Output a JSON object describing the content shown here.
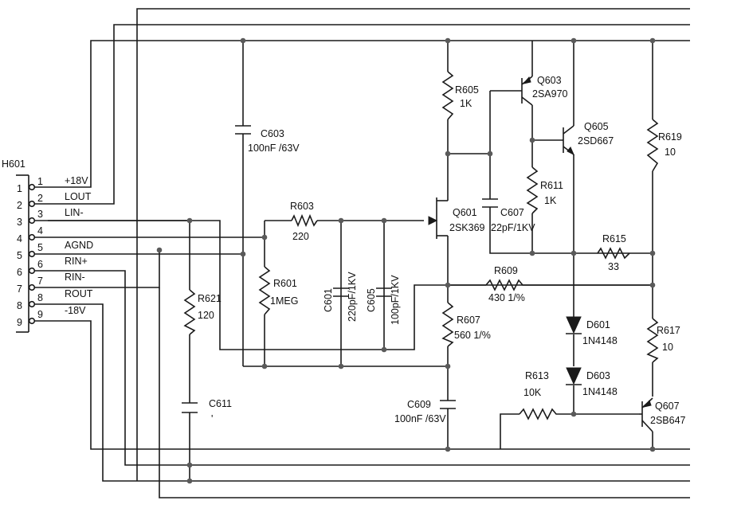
{
  "connector": {
    "ref": "H601",
    "pins": [
      {
        "num": "1",
        "pad": "1",
        "name": "+18V"
      },
      {
        "num": "2",
        "pad": "2",
        "name": "LOUT"
      },
      {
        "num": "3",
        "pad": "3",
        "name": "LIN-"
      },
      {
        "num": "4",
        "pad": "4",
        "name": ""
      },
      {
        "num": "5",
        "pad": "5",
        "name": "AGND"
      },
      {
        "num": "6",
        "pad": "6",
        "name": "RIN+"
      },
      {
        "num": "7",
        "pad": "7",
        "name": "RIN-"
      },
      {
        "num": "8",
        "pad": "8",
        "name": "ROUT"
      },
      {
        "num": "9",
        "pad": "9",
        "name": "-18V"
      }
    ]
  },
  "components": {
    "c603": {
      "ref": "C603",
      "value": "100nF /63V"
    },
    "r603": {
      "ref": "R603",
      "value": "220"
    },
    "r601": {
      "ref": "R601",
      "value": "1MEG"
    },
    "c601": {
      "ref": "C601",
      "value": "220pF/1KV"
    },
    "c605": {
      "ref": "C605",
      "value": "100pF/1KV"
    },
    "r621": {
      "ref": "R621",
      "value": "120"
    },
    "c611": {
      "ref": "C611",
      "value": "'"
    },
    "q601": {
      "ref": "Q601",
      "value": "2SK369"
    },
    "r605": {
      "ref": "R605",
      "value": "1K"
    },
    "q603": {
      "ref": "Q603",
      "value": "2SA970"
    },
    "q605": {
      "ref": "Q605",
      "value": "2SD667"
    },
    "c607": {
      "ref": "C607",
      "value": "22pF/1KV"
    },
    "r611": {
      "ref": "R611",
      "value": "1K"
    },
    "r619": {
      "ref": "R619",
      "value": "10"
    },
    "r615": {
      "ref": "R615",
      "value": "33"
    },
    "r609": {
      "ref": "R609",
      "value": "430 1/%"
    },
    "r607": {
      "ref": "R607",
      "value": "560 1/%"
    },
    "d601": {
      "ref": "D601",
      "value": "1N4148"
    },
    "d603": {
      "ref": "D603",
      "value": "1N4148"
    },
    "r617": {
      "ref": "R617",
      "value": "10"
    },
    "r613": {
      "ref": "R613",
      "value": "10K"
    },
    "c609": {
      "ref": "C609",
      "value": "100nF /63V"
    },
    "q607": {
      "ref": "Q607",
      "value": "2SB647"
    }
  }
}
